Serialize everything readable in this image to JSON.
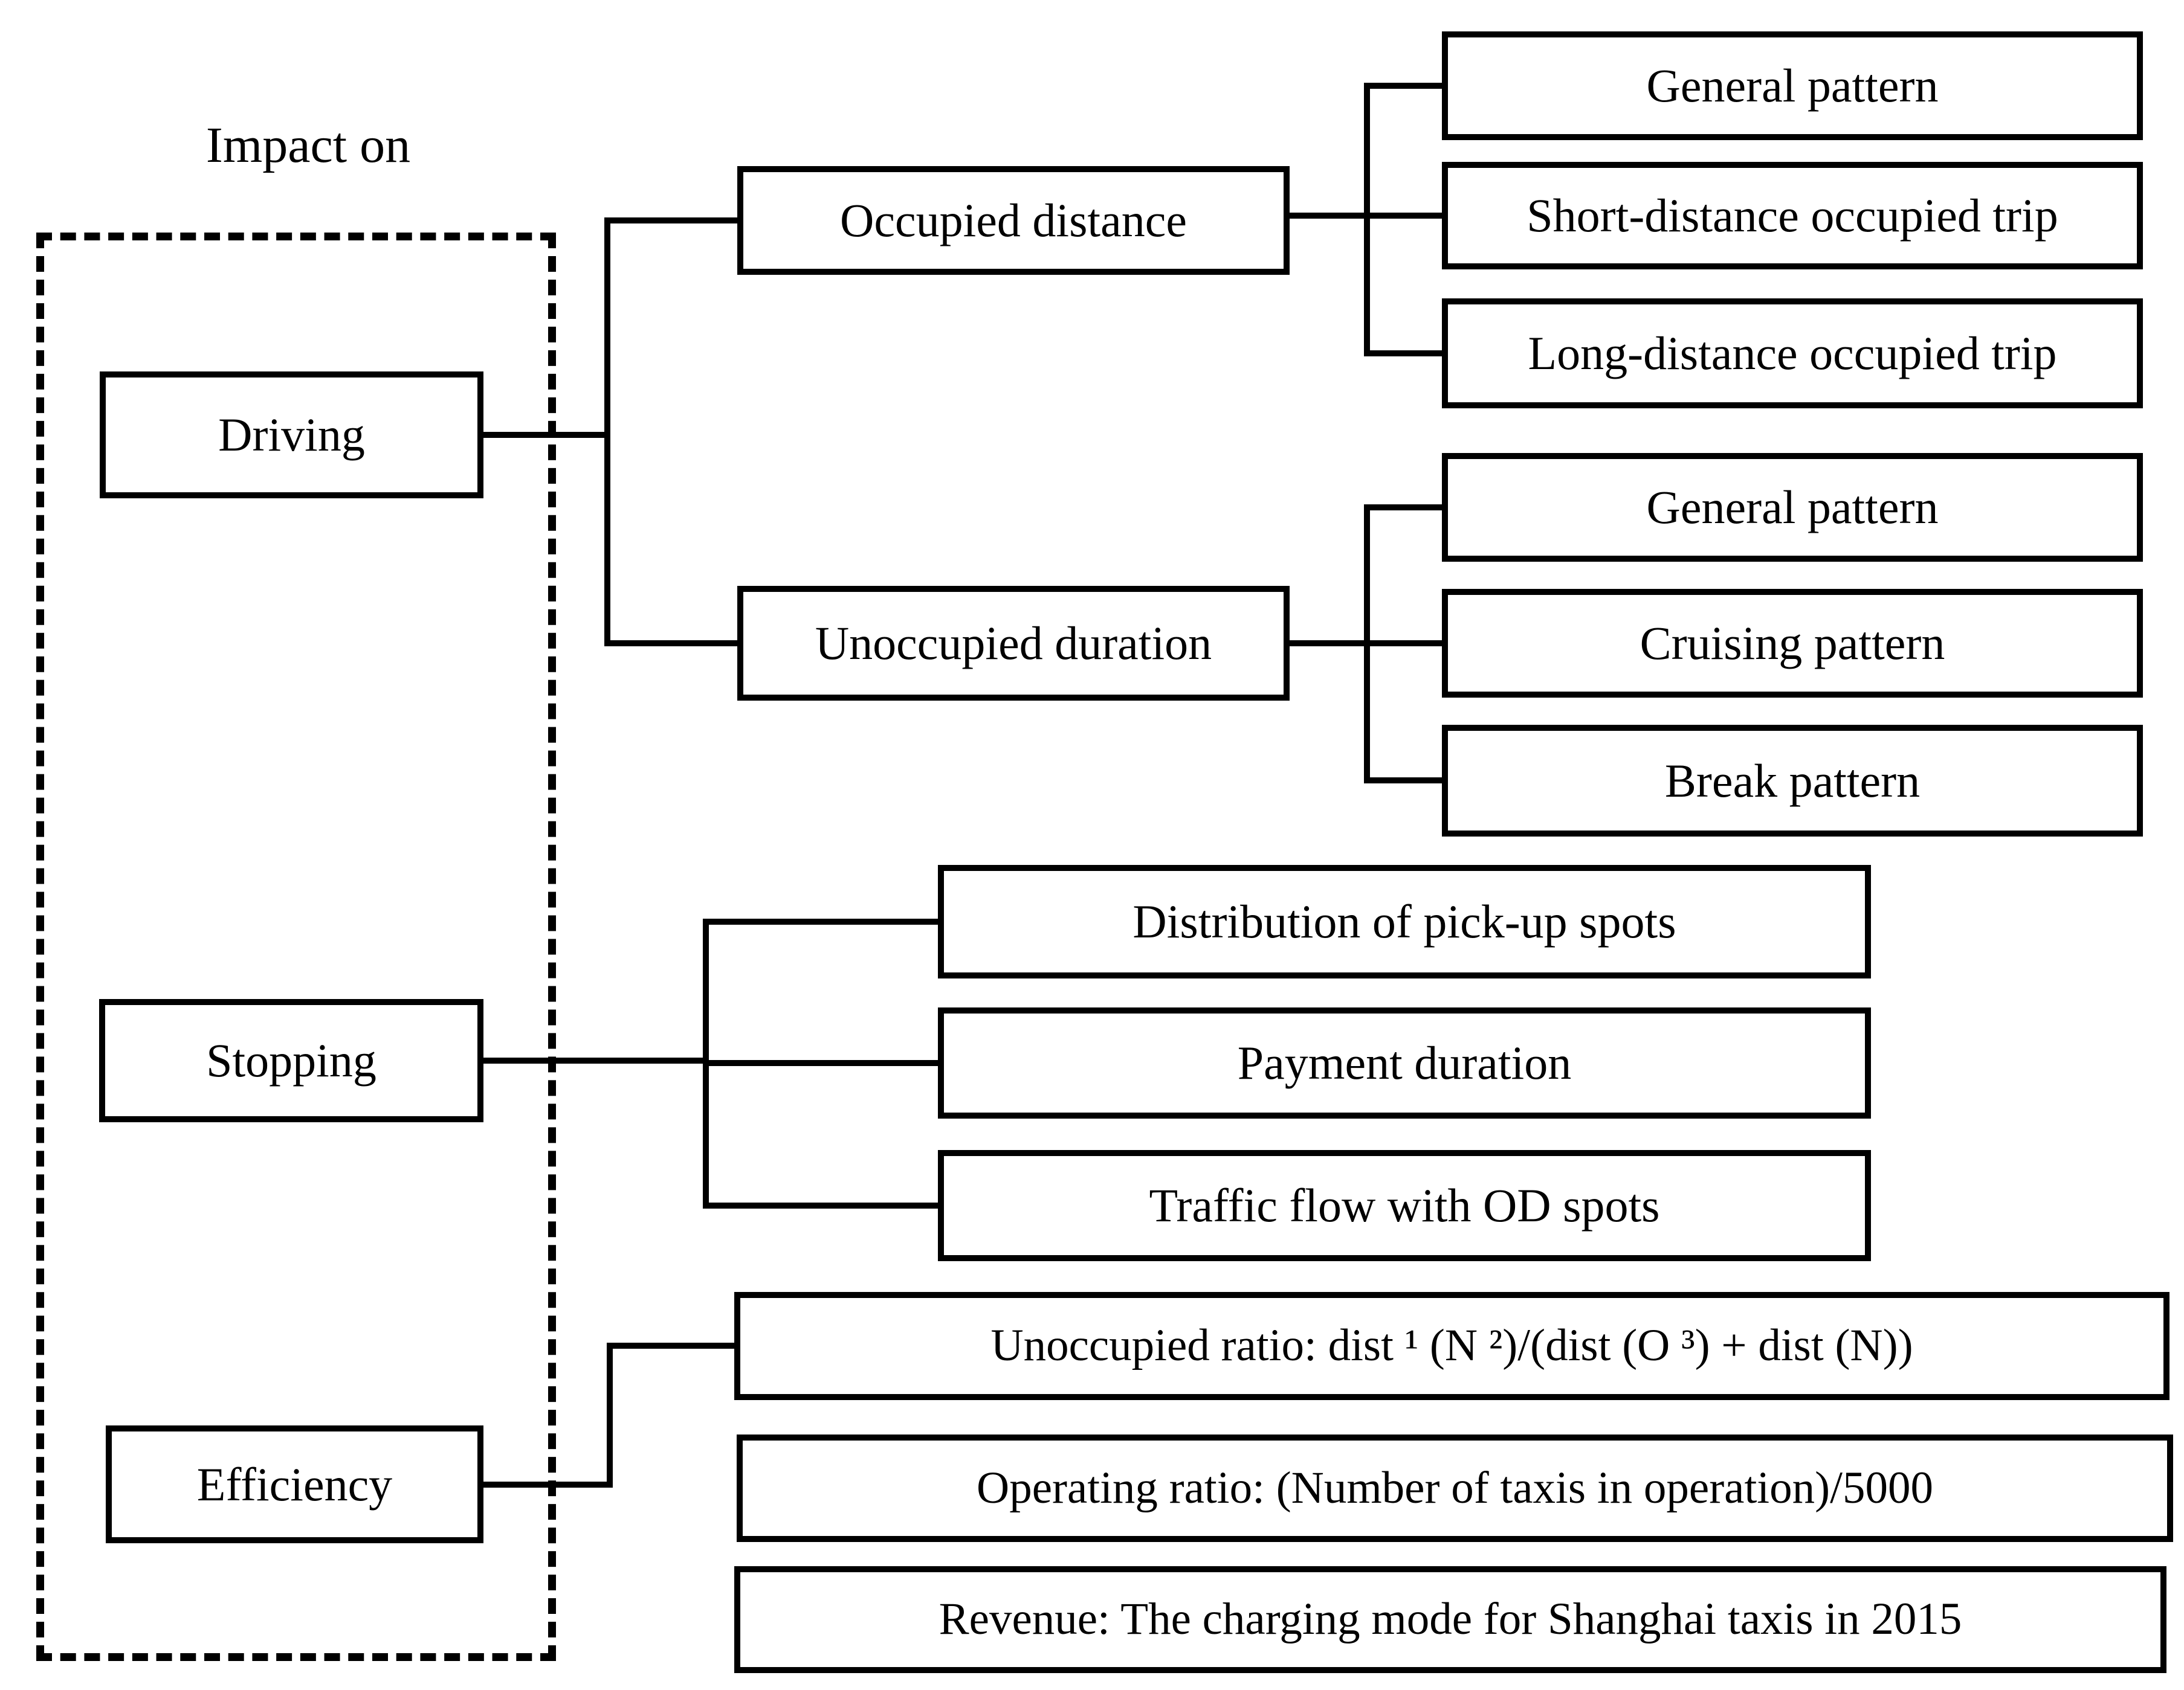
{
  "diagram": {
    "title": "Impact on",
    "colors": {
      "line": "#000000",
      "text": "#000000",
      "background": "#ffffff"
    },
    "categories": [
      {
        "id": "driving",
        "label": "Driving",
        "children": [
          {
            "label": "Occupied distance",
            "children": [
              {
                "label": "General pattern"
              },
              {
                "label": "Short-distance occupied trip"
              },
              {
                "label": "Long-distance occupied trip"
              }
            ]
          },
          {
            "label": "Unoccupied duration",
            "children": [
              {
                "label": "General pattern"
              },
              {
                "label": "Cruising pattern"
              },
              {
                "label": "Break pattern"
              }
            ]
          }
        ]
      },
      {
        "id": "stopping",
        "label": "Stopping",
        "children": [
          {
            "label": "Distribution of pick-up spots"
          },
          {
            "label": "Payment duration"
          },
          {
            "label": "Traffic flow with OD spots"
          }
        ]
      },
      {
        "id": "efficiency",
        "label": "Efficiency",
        "children": [
          {
            "label": "Unoccupied ratio: dist ¹ (N ²)/(dist (O ³) + dist (N))"
          },
          {
            "label": "Operating ratio: (Number of taxis in operation)/5000"
          },
          {
            "label": "Revenue: The charging mode for Shanghai taxis in 2015"
          }
        ]
      }
    ]
  }
}
